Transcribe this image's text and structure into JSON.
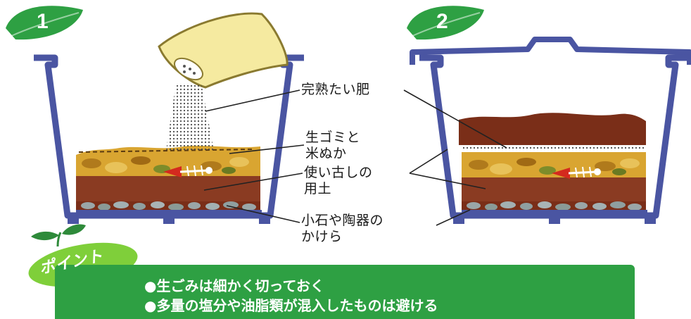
{
  "steps": {
    "one": "1",
    "two": "2"
  },
  "labels": {
    "compost": "完熟たい肥",
    "kitchen_waste_line1": "生ゴミと",
    "kitchen_waste_line2": "米ぬか",
    "used_soil_line1": "使い古しの",
    "used_soil_line2": "用土",
    "pebbles_line1": "小石や陶器の",
    "pebbles_line2": "かけら"
  },
  "point": {
    "badge": "ポイント",
    "items": [
      "●生ごみは細かく切っておく",
      "●多量の塩分や油脂類が混入したものは避ける"
    ]
  },
  "colors": {
    "green": "#2ea043",
    "pot_blue": "#4a55a2",
    "soil_brown": "#8a3b22",
    "compost_brown": "#7a2e18",
    "waste_yellow": "#d9a531"
  }
}
